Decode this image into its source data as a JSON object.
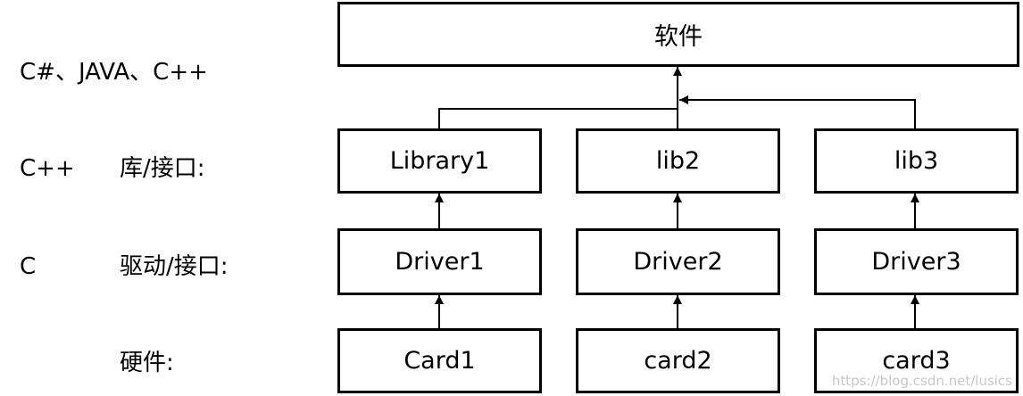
{
  "left_labels": {
    "row_software": "C#、JAVA、C++",
    "row_library_lang": "C++",
    "row_library_name": "库/接口:",
    "row_driver_lang": "C",
    "row_driver_name": "驱动/接口:",
    "row_hardware_name": "硬件:"
  },
  "boxes": {
    "software": "软件",
    "library1": "Library1",
    "lib2": "lib2",
    "lib3": "lib3",
    "driver1": "Driver1",
    "driver2": "Driver2",
    "driver3": "Driver3",
    "card1": "Card1",
    "card2": "card2",
    "card3": "card3"
  },
  "watermark": "https://blog.csdn.net/lusics",
  "colors": {
    "line": "#000000",
    "box_fill": "#ffffff",
    "watermark": "#c8c8c8"
  }
}
